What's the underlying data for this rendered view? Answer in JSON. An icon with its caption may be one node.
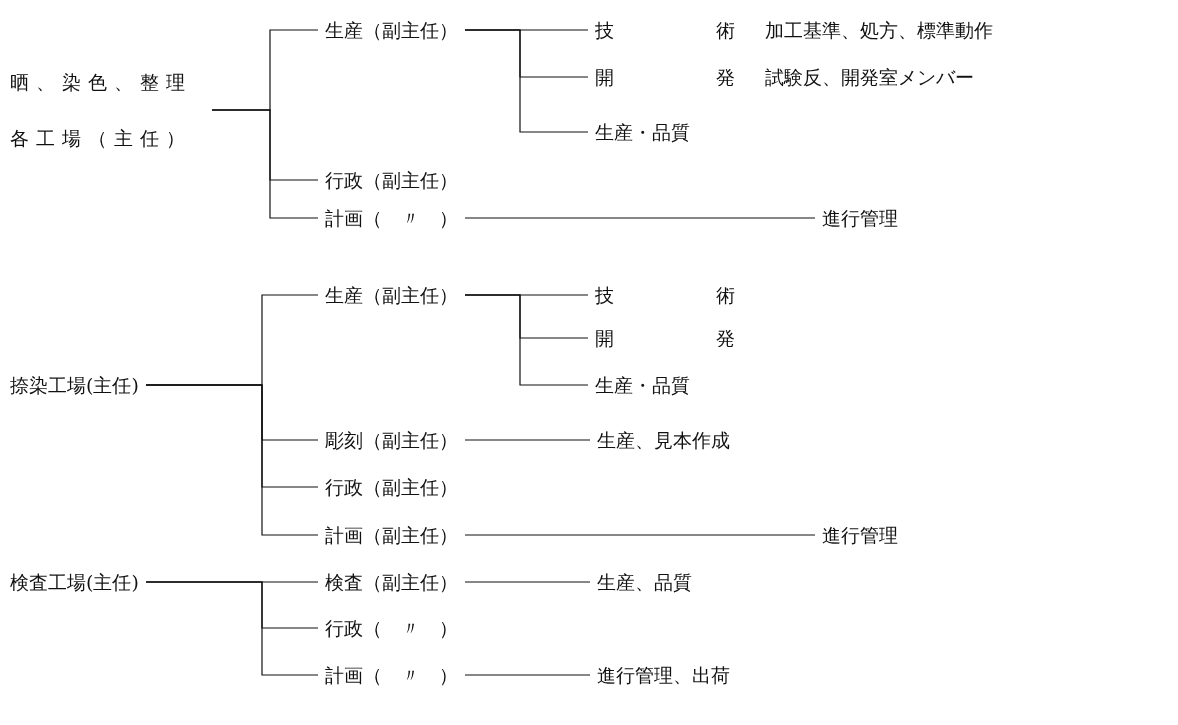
{
  "diagram": {
    "nodes": [
      {
        "text": [
          "晒、染色、整理各工場（主任）"
        ]
      },
      {
        "text": [
          "生産（副主任）"
        ]
      },
      {
        "text": [
          "技術"
        ],
        "beside": [
          "加工基準、処方、標準動作"
        ]
      },
      {
        "text": [
          "開発"
        ],
        "beside": [
          "試験反、開発室メンバー"
        ]
      },
      {
        "text": [
          "生産・品質"
        ]
      },
      {
        "text": [
          "行政（副主任）"
        ]
      },
      {
        "text": [
          "計画（　〃　）"
        ]
      },
      {
        "text": [
          "進行管理"
        ]
      },
      {
        "text": [
          "捺染工場(主任)"
        ]
      },
      {
        "text": [
          "生産（副主任）"
        ]
      },
      {
        "text": [
          "技術"
        ]
      },
      {
        "text": [
          "開発"
        ]
      },
      {
        "text": [
          "生産・品質"
        ]
      },
      {
        "text": [
          "彫刻（副主任）"
        ]
      },
      {
        "text": [
          "生産、見本作成"
        ]
      },
      {
        "text": [
          "行政（副主任）"
        ]
      },
      {
        "text": [
          "計画（副主任）"
        ]
      },
      {
        "text": [
          "進行管理"
        ]
      },
      {
        "text": [
          "検査工場(主任)"
        ]
      },
      {
        "text": [
          "検査（副主任）"
        ]
      },
      {
        "text": [
          "生産、品質"
        ]
      },
      {
        "text": [
          "行政（　〃　）"
        ]
      },
      {
        "text": [
          "計画（　〃　）"
        ]
      },
      {
        "text": [
          "進行管理、出荷"
        ]
      }
    ],
    "edges": [
      {
        "from": 0,
        "to": 1,
        "arrow": "none"
      },
      {
        "from": 0,
        "to": 5,
        "arrow": "none"
      },
      {
        "from": 0,
        "to": 6,
        "arrow": "none"
      },
      {
        "from": 1,
        "to": 2,
        "arrow": "none"
      },
      {
        "from": 1,
        "to": 3,
        "arrow": "none"
      },
      {
        "from": 1,
        "to": 4,
        "arrow": "none"
      },
      {
        "from": 6,
        "to": 7,
        "arrow": "none"
      },
      {
        "from": 8,
        "to": 9,
        "arrow": "none"
      },
      {
        "from": 8,
        "to": 13,
        "arrow": "none"
      },
      {
        "from": 8,
        "to": 15,
        "arrow": "none"
      },
      {
        "from": 8,
        "to": 16,
        "arrow": "none"
      },
      {
        "from": 9,
        "to": 10,
        "arrow": "none"
      },
      {
        "from": 9,
        "to": 11,
        "arrow": "none"
      },
      {
        "from": 9,
        "to": 12,
        "arrow": "none"
      },
      {
        "from": 13,
        "to": 14,
        "arrow": "none"
      },
      {
        "from": 16,
        "to": 17,
        "arrow": "none"
      },
      {
        "from": 18,
        "to": 19,
        "arrow": "none"
      },
      {
        "from": 18,
        "to": 21,
        "arrow": "none"
      },
      {
        "from": 18,
        "to": 22,
        "arrow": "none"
      },
      {
        "from": 19,
        "to": 20,
        "arrow": "none"
      },
      {
        "from": 22,
        "to": 23,
        "arrow": "none"
      }
    ]
  }
}
